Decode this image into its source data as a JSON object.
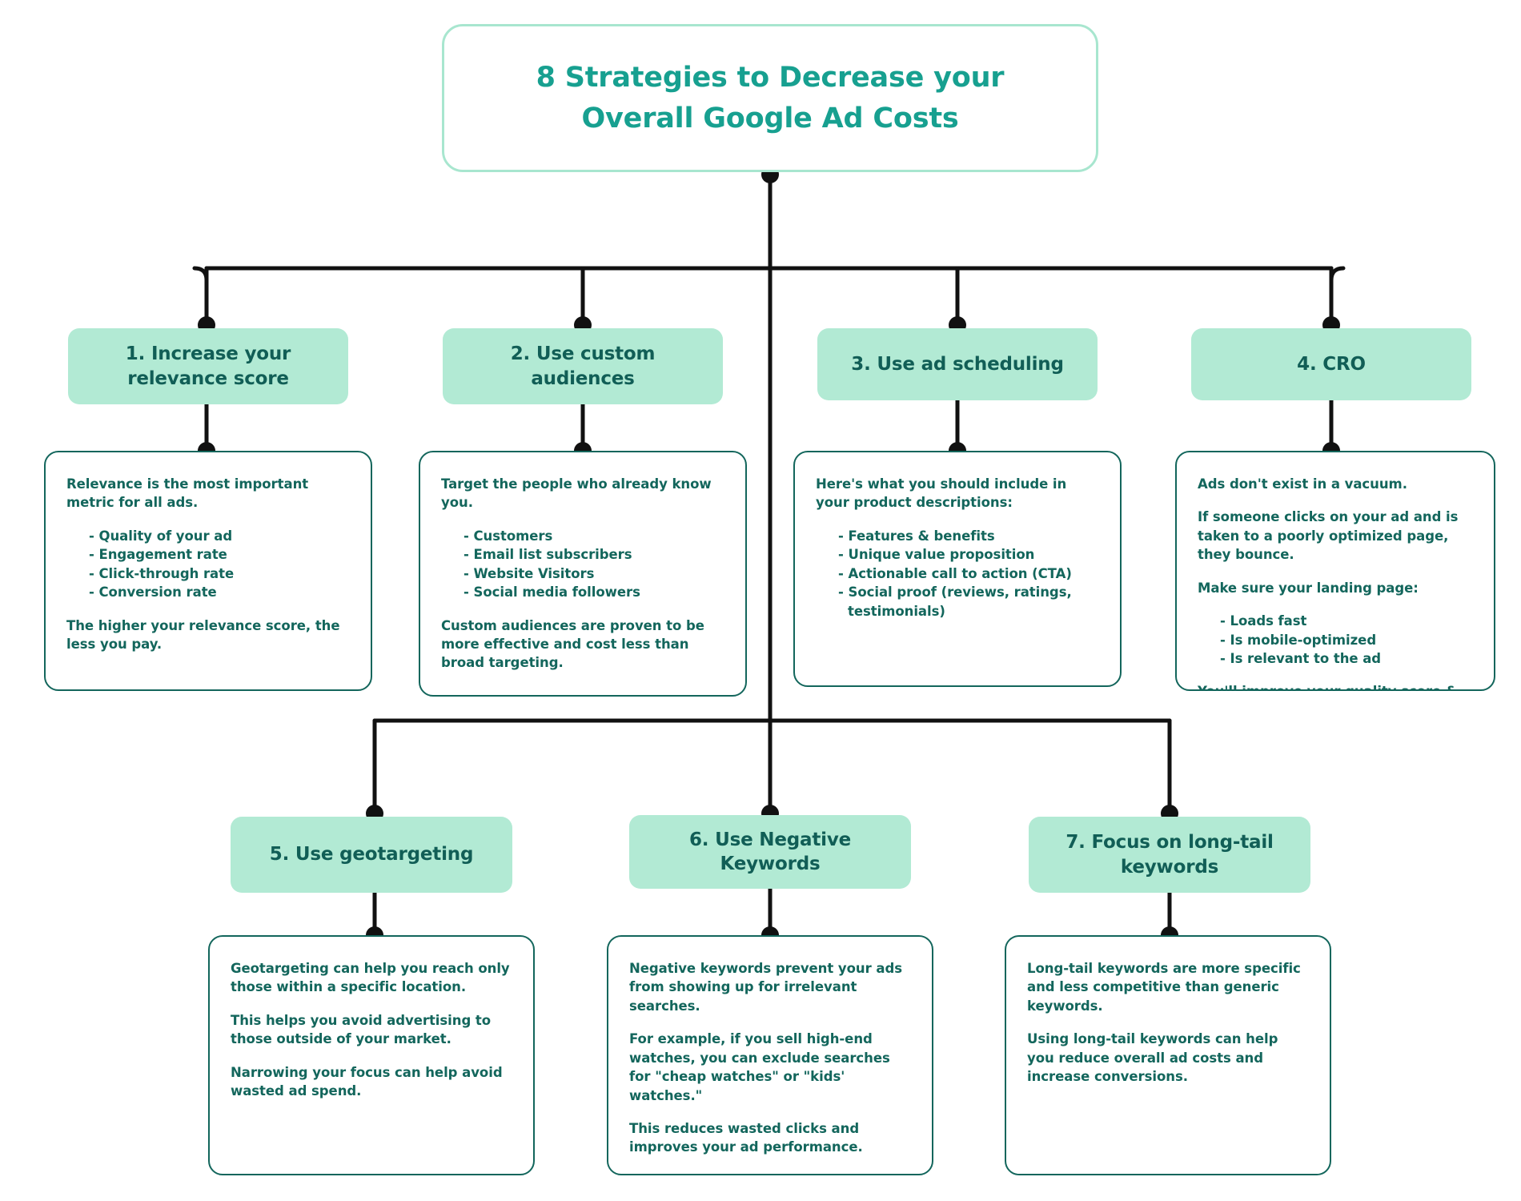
{
  "colors": {
    "title_text": "#17a090",
    "title_border": "#a8e6cf",
    "pill_fill": "#b2ead4",
    "pill_text": "#115e56",
    "card_border": "#13665c",
    "card_text": "#13665c",
    "connector": "#111111",
    "background": "#ffffff"
  },
  "title": {
    "line1": "8 Strategies to Decrease your",
    "line2": "Overall Google Ad Costs"
  },
  "nodes": [
    {
      "id": "relevance-score",
      "heading": "1. Increase your relevance score",
      "intro": "Relevance is the most important metric for all ads.",
      "bullets": [
        "- Quality of your ad",
        "- Engagement rate",
        "- Click-through rate",
        "- Conversion rate"
      ],
      "outro": "The higher your relevance score, the less you pay."
    },
    {
      "id": "custom-audiences",
      "heading": "2. Use custom audiences",
      "intro": "Target the people who already know you.",
      "bullets": [
        "- Customers",
        "- Email list subscribers",
        "- Website Visitors",
        "- Social media followers"
      ],
      "outro": "Custom audiences are proven to be more effective and cost less than broad targeting."
    },
    {
      "id": "ad-scheduling",
      "heading": "3. Use ad scheduling",
      "intro": "Here's what you should include in your product descriptions:",
      "bullets": [
        "- Features & benefits",
        "- Unique value proposition",
        "- Actionable call to action (CTA)",
        "- Social proof (reviews, ratings, testimonials)"
      ],
      "outro": ""
    },
    {
      "id": "cro",
      "heading": "4. CRO",
      "intro": "Ads don't exist in a vacuum.",
      "intro2": "If someone clicks on your ad and is taken to a poorly optimized page, they bounce.",
      "intro3": "Make sure your landing page:",
      "bullets": [
        "- Loads fast",
        "- Is mobile-optimized",
        "- Is relevant to the ad"
      ],
      "outro": "You'll improve your quality score & decrease your ad costs."
    },
    {
      "id": "geotargeting",
      "heading": "5. Use geotargeting",
      "para1": "Geotargeting can help you reach only those within a specific location.",
      "para2": "This helps you avoid advertising to those outside of your market.",
      "para3": "Narrowing your focus can help avoid wasted ad spend."
    },
    {
      "id": "negative-keywords",
      "heading": "6. Use Negative Keywords",
      "para1": "Negative keywords prevent your ads from showing up for irrelevant searches.",
      "para2": "For example, if you sell high-end watches, you can exclude searches for \"cheap watches\" or \"kids' watches.\"",
      "para3": "This reduces wasted clicks and improves your ad performance."
    },
    {
      "id": "long-tail-keywords",
      "heading": "7. Focus on long-tail keywords",
      "para1": "Long-tail keywords are more specific and less competitive than generic keywords.",
      "para2": "Using long-tail keywords can help you reduce overall ad costs and increase conversions.",
      "para3": ""
    }
  ]
}
